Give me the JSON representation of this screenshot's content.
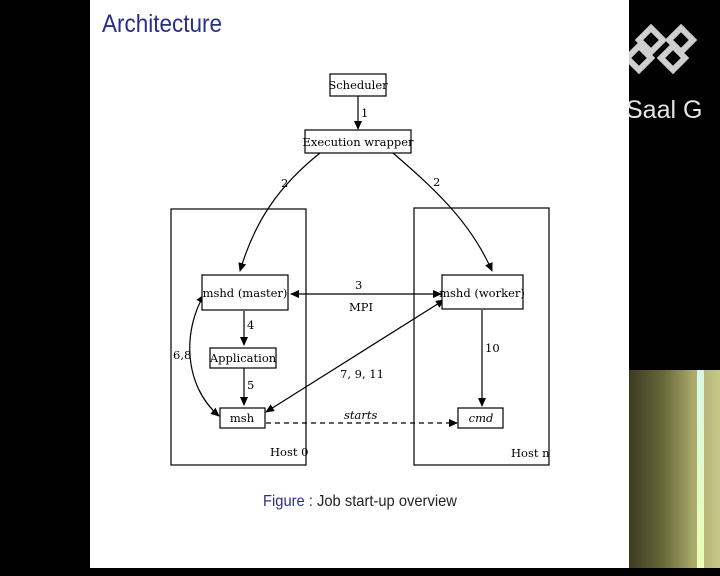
{
  "slide": {
    "title": "Architecture"
  },
  "logo": {
    "text": "Saal G"
  },
  "diagram": {
    "nodes": {
      "scheduler": "Scheduler",
      "execution_wrapper": "Execution wrapper",
      "mshd_master": "mshd (master)",
      "application": "Application",
      "msh": "msh",
      "mshd_worker": "mshd (worker)",
      "cmd": "cmd"
    },
    "hosts": {
      "host0": "Host 0",
      "hostn": "Host n"
    },
    "edge_labels": {
      "sched_wrapper": "1",
      "wrapper_master": "2",
      "wrapper_worker": "2",
      "master_worker_num": "3",
      "master_worker_mpi": "MPI",
      "master_app": "4",
      "master_msh": "6,8",
      "app_msh": "5",
      "msh_worker": "7, 9, 11",
      "worker_cmd": "10",
      "msh_cmd": "starts"
    }
  },
  "caption": {
    "label": "Figure :",
    "text": "Job start-up overview"
  }
}
